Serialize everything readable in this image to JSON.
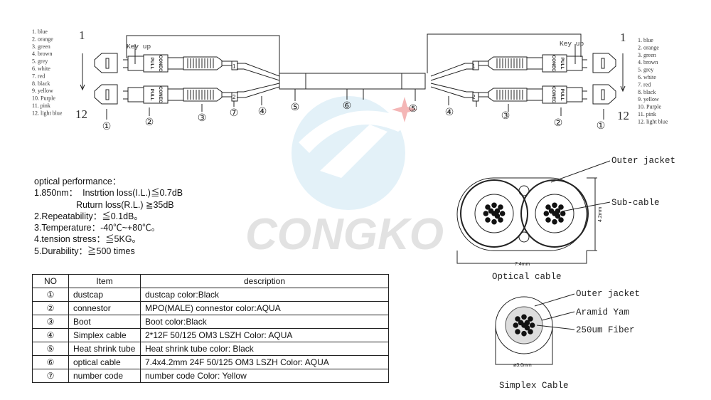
{
  "color_code": [
    "1. blue",
    "2. orange",
    "3. green",
    "4. brown",
    "5. grey",
    "6. white",
    "7. red",
    "8. black",
    "9. yellow",
    "10. Purple",
    "11. pink",
    "12. light blue"
  ],
  "fiber_start": "1",
  "fiber_end": "12",
  "key_up": "Key up",
  "connector_brand": "CONEC",
  "connector_pull": "PULL",
  "leg_tags": [
    "1",
    "2"
  ],
  "callouts": {
    "n1": "①",
    "n2": "②",
    "n3": "③",
    "n4": "④",
    "n5": "⑤",
    "n6": "⑥",
    "n7": "⑦"
  },
  "watermark": "CONGKO",
  "performance": {
    "title": "optical performance：",
    "lines": [
      "1.850nm：  Instrtion loss(I.L.)≦0.7dB",
      "                 Ruturn loss(R.L.) ≧35dB",
      "2.Repeatability：≦0.1dB。",
      "3.Temperature：-40℃~+80℃。",
      "4.tension stress：≦5KG。",
      "5.Durability：≧500 times"
    ]
  },
  "table": {
    "headers": [
      "NO",
      "Item",
      "description"
    ],
    "rows": [
      {
        "no": "①",
        "item": "dustcap",
        "desc": "dustcap  color:Black"
      },
      {
        "no": "②",
        "item": "connestor",
        "desc": "MPO(MALE)  connestor  color:AQUA"
      },
      {
        "no": "③",
        "item": "Boot",
        "desc": "Boot color:Black"
      },
      {
        "no": "④",
        "item": "Simplex cable",
        "desc": "2*12F 50/125 OM3  LSZH Color: AQUA"
      },
      {
        "no": "⑤",
        "item": "Heat shrink tube",
        "desc": "Heat shrink tube  color: Black"
      },
      {
        "no": "⑥",
        "item": "optical cable",
        "desc": "7.4x4.2mm 24F 50/125 OM3 LSZH Color: AQUA"
      },
      {
        "no": "⑦",
        "item": "number code",
        "desc": "number code Color: Yellow"
      }
    ]
  },
  "optical_cable": {
    "outer_jacket": "Outer jacket",
    "sub_cable": "Sub-cable",
    "width": "7.4mm",
    "height": "4.2mm",
    "caption": "Optical cable"
  },
  "simplex_cable": {
    "outer_jacket": "Outer jacket",
    "aramid": "Aramid Yam",
    "fiber": "250um Fiber",
    "diameter": "ø3.0mm",
    "caption": "Simplex Cable"
  },
  "colors": {
    "logo": "#cfe6f2",
    "watermark": "#dcdcdc",
    "line": "#222222"
  }
}
